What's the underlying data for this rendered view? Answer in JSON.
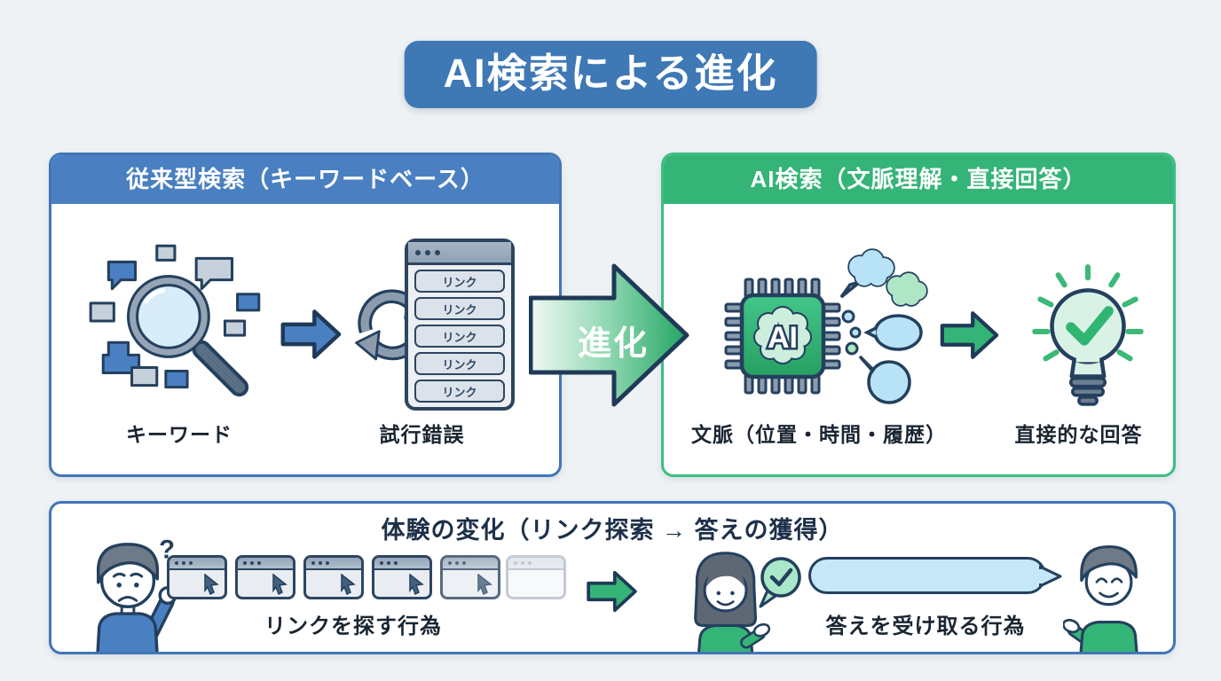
{
  "title": "AI検索による進化",
  "left_panel": {
    "header": "従来型検索（キーワードベース）",
    "keyword_label": "キーワード",
    "trial_label": "試行錯誤",
    "link_label": "リンク"
  },
  "evolution_arrow": {
    "label": "進化"
  },
  "right_panel": {
    "header": "AI検索（文脈理解・直接回答）",
    "chip_text": "AI",
    "context_label": "文脈（位置・時間・履歴）",
    "answer_label": "直接的な回答"
  },
  "bottom_panel": {
    "header": "体験の変化（リンク探索 → 答えの獲得）",
    "search_label": "リンクを探す行為",
    "receive_label": "答えを受け取る行為",
    "question_mark": "?"
  },
  "colors": {
    "background": "#eef2f5",
    "title_blue": "#3e78b5",
    "header_blue": "#4a80c1",
    "header_green": "#35b477",
    "outline_navy": "#24405e",
    "arrow_green": "#2fa96c",
    "answer_bubble_blue": "#c5e7f8",
    "check_bubble_green": "#a9e8c8"
  }
}
